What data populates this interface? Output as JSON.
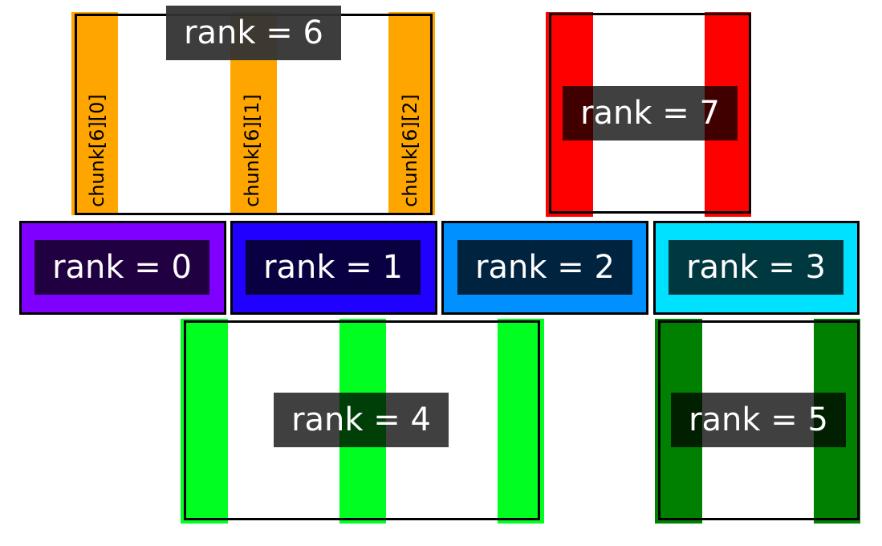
{
  "ranks": {
    "r0": "rank = 0",
    "r1": "rank = 1",
    "r2": "rank = 2",
    "r3": "rank = 3",
    "r4": "rank = 4",
    "r5": "rank = 5",
    "r6": "rank = 6",
    "r7": "rank = 7"
  },
  "chunks": [
    "chunk[6][0]",
    "chunk[6][1]",
    "chunk[6][2]"
  ],
  "colors": {
    "rank0": "#8000ff",
    "rank1": "#2000ff",
    "rank2": "#0090ff",
    "rank3": "#00e0ff",
    "rank4": "#00ff20",
    "rank5": "#008000",
    "rank6": "#ffa500",
    "rank7": "#ff0000"
  }
}
